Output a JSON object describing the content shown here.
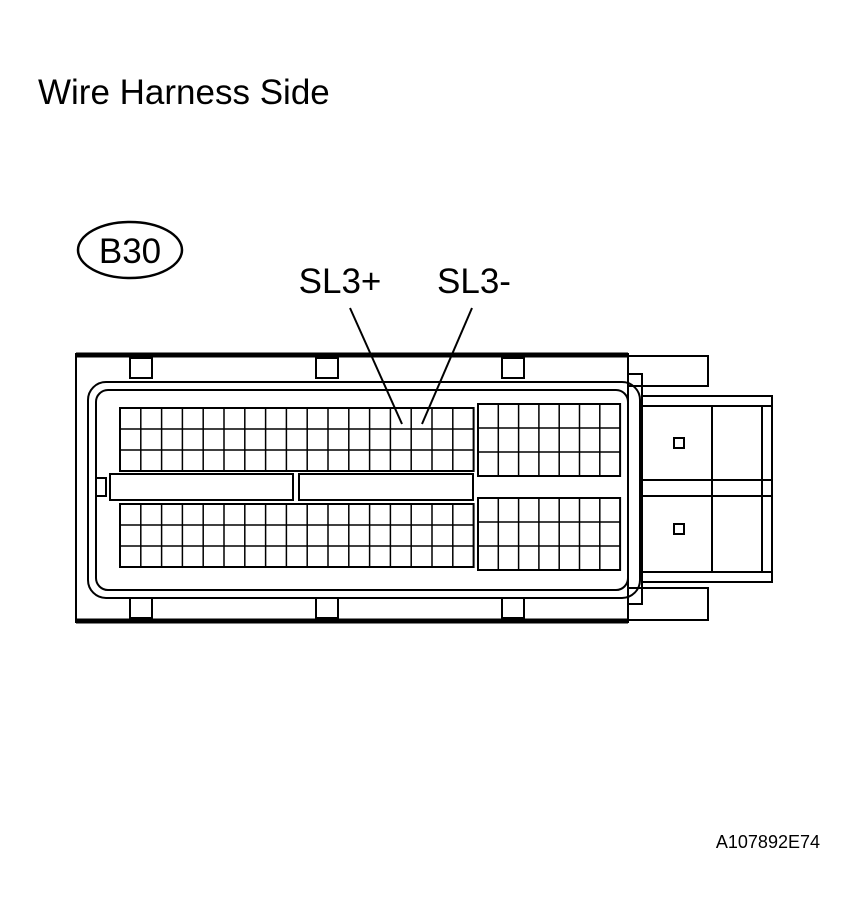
{
  "title": "Wire Harness Side",
  "connector_id": "B30",
  "pins": {
    "left": "SL3+",
    "right": "SL3-"
  },
  "figure_code": "A107892E74"
}
